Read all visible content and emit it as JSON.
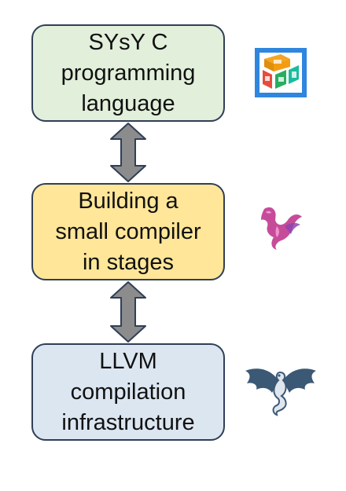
{
  "diagram": {
    "boxes": [
      {
        "label": "SYsY C\nprogramming\nlanguage",
        "fill": "#e2efda"
      },
      {
        "label": "Building a\nsmall compiler\nin stages",
        "fill": "#ffe699"
      },
      {
        "label": "LLVM\ncompilation\ninfrastructure",
        "fill": "#dce6f1"
      }
    ],
    "arrows": [
      {
        "type": "bidirectional",
        "from": 0,
        "to": 1
      },
      {
        "type": "bidirectional",
        "from": 1,
        "to": 2
      }
    ],
    "logos": [
      {
        "icon": "sysy-logo-icon",
        "colors": [
          "#f39c12",
          "#e74c3c",
          "#27ae60",
          "#2e86de"
        ]
      },
      {
        "icon": "pink-dragon-icon",
        "colors": [
          "#c0398f",
          "#8e44ad",
          "#f29bd0"
        ]
      },
      {
        "icon": "llvm-dragon-icon",
        "colors": [
          "#3b5975",
          "#dfe6ee"
        ]
      }
    ],
    "colors": {
      "border": "#2f3f57",
      "arrow_fill": "#8c8c8c",
      "arrow_stroke": "#2f3f57"
    }
  }
}
